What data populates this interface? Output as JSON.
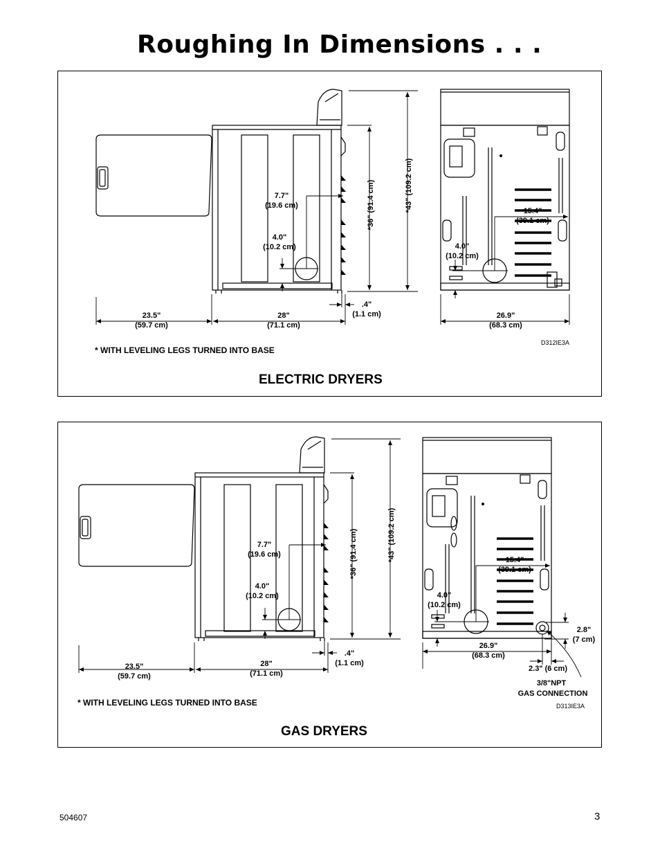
{
  "page": {
    "title": "Roughing In Dimensions . . .",
    "doc_number": "504607",
    "page_number": "3"
  },
  "electric": {
    "title": "ELECTRIC DRYERS",
    "note": "* WITH LEVELING LEGS TURNED INTO BASE",
    "code": "D312IE3A",
    "labels": {
      "door_in": "23.5\"",
      "door_cm": "(59.7 cm)",
      "depth_in": "28\"",
      "depth_cm": "(71.1 cm)",
      "gap_in": ".4\"",
      "gap_cm": "(1.1 cm)",
      "width_in": "26.9\"",
      "width_cm": "(68.3 cm)",
      "vent_off_in": "7.7\"",
      "vent_off_cm": "(19.6 cm)",
      "vent_h_in": "4.0\"",
      "vent_h_cm": "(10.2 cm)",
      "h36": "*36\" (91.4 cm)",
      "h43": "*43\" (109.2 cm)",
      "rear_off_in": "15.4\"",
      "rear_off_cm": "(39.1 cm)",
      "rear_h_in": "4.0\"",
      "rear_h_cm": "(10.2 cm)"
    }
  },
  "gas": {
    "title": "GAS DRYERS",
    "note": "* WITH LEVELING LEGS TURNED INTO BASE",
    "code": "D313IE3A",
    "labels": {
      "door_in": "23.5\"",
      "door_cm": "(59.7 cm)",
      "depth_in": "28\"",
      "depth_cm": "(71.1 cm)",
      "gap_in": ".4\"",
      "gap_cm": "(1.1 cm)",
      "width_in": "26.9\"",
      "width_cm": "(68.3 cm)",
      "vent_off_in": "7.7\"",
      "vent_off_cm": "(19.6 cm)",
      "vent_h_in": "4.0\"",
      "vent_h_cm": "(10.2 cm)",
      "h36": "*36\" (91.4 cm)",
      "h43": "*43\" (109.2 cm)",
      "rear_off_in": "15.4\"",
      "rear_off_cm": "(39.1 cm)",
      "rear_h_in": "4.0\"",
      "rear_h_cm": "(10.2 cm)",
      "gas_v_in": "2.8\"",
      "gas_v_cm": "(7 cm)",
      "gas_h": "2.3\" (6 cm)",
      "gas_conn_1": "3/8\"NPT",
      "gas_conn_2": "GAS CONNECTION"
    }
  }
}
